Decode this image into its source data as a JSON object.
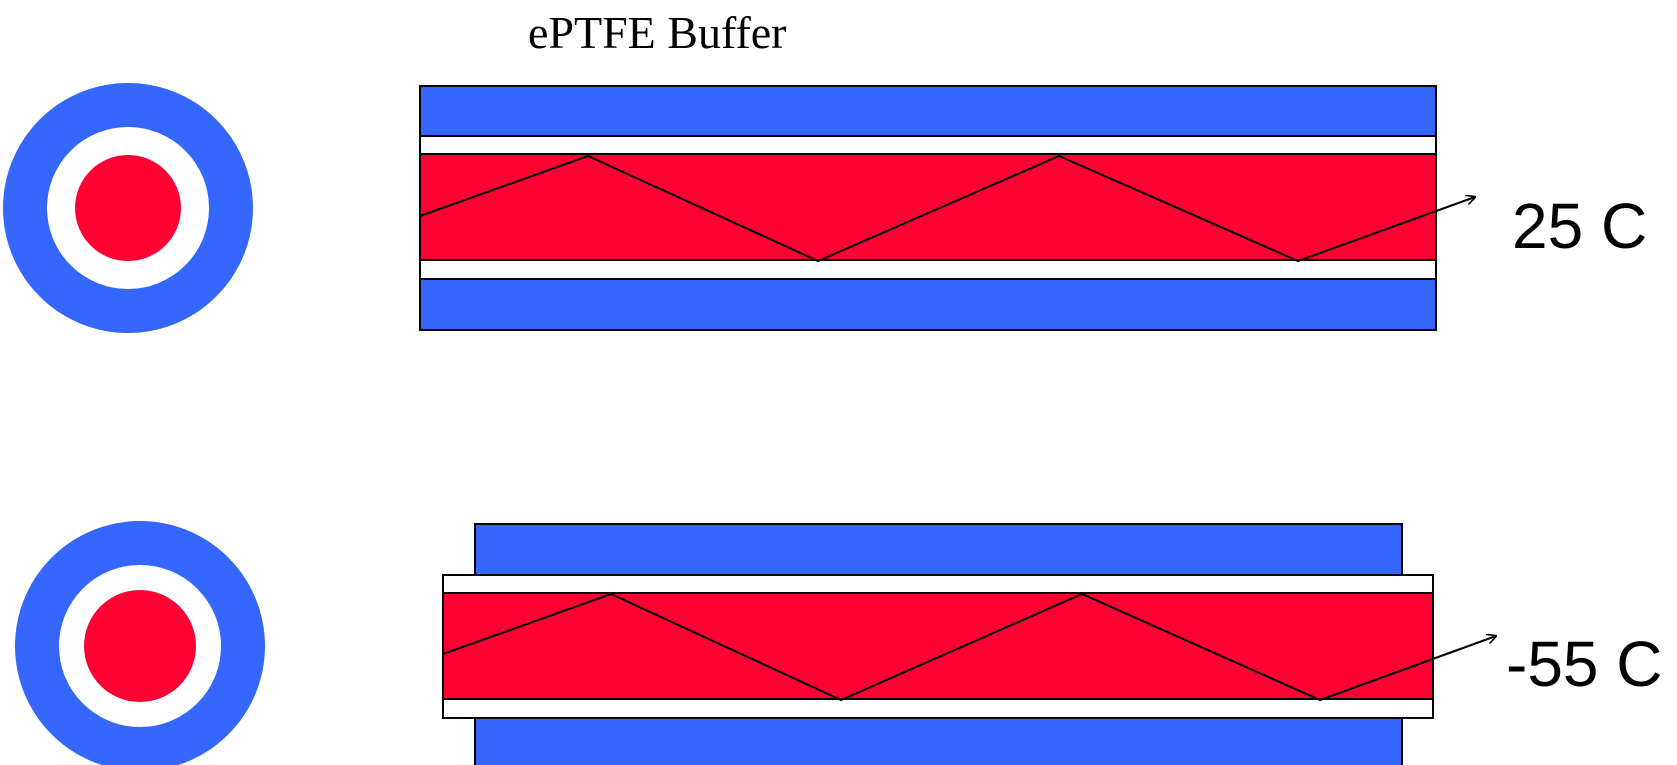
{
  "title": "ePTFE Buffer",
  "states": [
    {
      "temperature_label": "25 C"
    },
    {
      "temperature_label": "-55 C"
    }
  ],
  "colors": {
    "jacket": "#3567FF",
    "core": "#FF0033",
    "buffer": "#FFFFFF",
    "outline": "#000000"
  }
}
